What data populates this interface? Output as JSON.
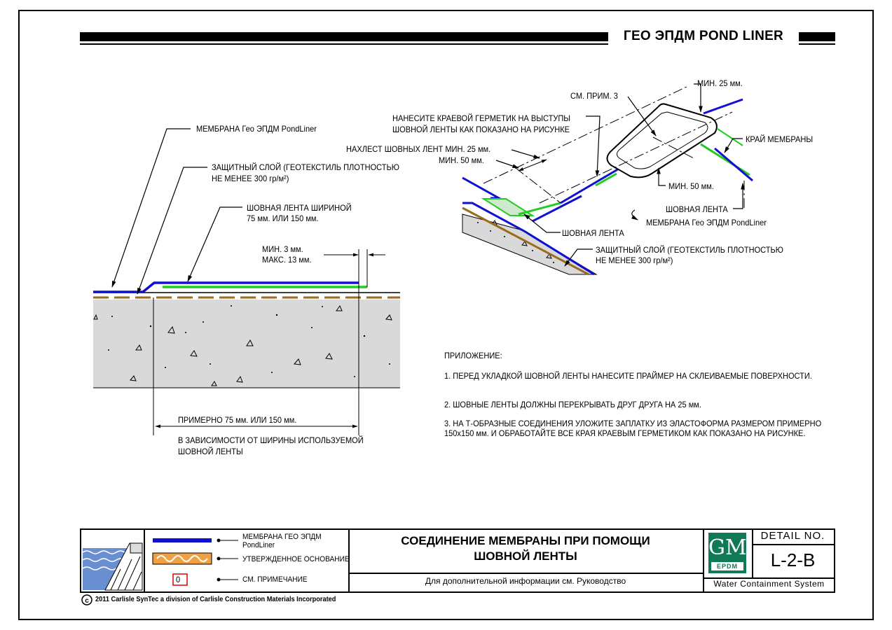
{
  "header": {
    "title": "ГЕО ЭПДМ POND LINER"
  },
  "left_section": {
    "membrane": "МЕМБРАНА Гео ЭПДМ PondLiner",
    "protective_1": "ЗАЩИТНЫЙ СЛОЙ (ГЕОТЕКСТИЛЬ ПЛОТНОСТЬЮ",
    "protective_2": "НЕ МЕНЕЕ 300 гр/м²)",
    "tape_1": "ШОВНАЯ ЛЕНТА ШИРИНОЙ",
    "tape_2": "75 мм. ИЛИ 150 мм.",
    "min": "МИН. 3 мм.",
    "max": "МАКС. 13 мм.",
    "approx": "ПРИМЕРНО 75 мм. ИЛИ 150 мм.",
    "depends_1": "В ЗАВИСИМОСТИ ОТ ШИРИНЫ ИСПОЛЬЗУЕМОЙ",
    "depends_2": "ШОВНОЙ ЛЕНТЫ"
  },
  "right_section": {
    "min25_top": "МИН. 25 мм.",
    "see_note": "СМ. ПРИМ. 3",
    "apply_1": "НАНЕСИТЕ КРАЕВОЙ ГЕРМЕТИК НА ВЫСТУПЫ",
    "apply_2": "ШОВНОЙ ЛЕНТЫ КАК ПОКАЗАНО НА РИСУНКЕ",
    "edge": "КРАЙ МЕМБРАНЫ",
    "overlap": "НАХЛЕСТ ШОВНЫХ ЛЕНТ МИН. 25 мм.",
    "min50_left": "МИН. 50 мм.",
    "min50_bottom": "МИН. 50 мм.",
    "tape_right": "ШОВНАЯ ЛЕНТА",
    "membrane": "МЕМБРАНА Гео ЭПДМ PondLiner",
    "tape_left": "ШОВНАЯ ЛЕНТА",
    "protective_1": "ЗАЩИТНЫЙ СЛОЙ (ГЕОТЕКСТИЛЬ ПЛОТНОСТЬЮ",
    "protective_2": "НЕ МЕНЕЕ 300 гр/м²)"
  },
  "notes": {
    "heading": "ПРИЛОЖЕНИЕ:",
    "items": [
      "1.    ПЕРЕД УКЛАДКОЙ ШОВНОЙ ЛЕНТЫ НАНЕСИТЕ ПРАЙМЕР НА СКЛЕИВАЕМЫЕ ПОВЕРХНОСТИ.",
      "2.    ШОВНЫЕ ЛЕНТЫ ДОЛЖНЫ ПЕРЕКРЫВАТЬ ДРУГ ДРУГА НА 25 мм.",
      "3.    НА Т-ОБРАЗНЫЕ СОЕДИНЕНИЯ УЛОЖИТЕ ЗАПЛАТКУ ИЗ ЭЛАСТОФОРМА РАЗМЕРОМ ПРИМЕРНО 150х150 мм. И ОБРАБОТАЙТЕ ВСЕ КРАЯ КРАЕВЫМ ГЕРМЕТИКОМ КАК ПОКАЗАНО НА РИСУНКЕ."
    ]
  },
  "legend": {
    "membrane_1": "МЕМБРАНА ГЕО ЭПДМ",
    "membrane_2": "PondLiner",
    "base": "УТВЕРЖДЕННОЕ ОСНОВАНИЕ",
    "note_marker": "0",
    "note": "СМ. ПРИМЕЧАНИЕ"
  },
  "title_block": {
    "title_1": "СОЕДИНЕНИЕ МЕМБРАНЫ ПРИ ПОМОЩИ",
    "title_2": "ШОВНОЙ ЛЕНТЫ",
    "subtitle": "Для дополнительной информации см. Руководство",
    "detail_label": "DETAIL NO.",
    "detail_no": "L-2-B",
    "logo_text": "GM",
    "logo_sub": "EPDM",
    "system": "Water Containment System"
  },
  "copyright": "2011 Carlisle SynTec a division of Carlisle Construction Materials Incorporated",
  "colors": {
    "membrane": "#1010d0",
    "tape": "#22cc22",
    "geotextile": "#9a6a1e",
    "concrete": "#d9d9d9",
    "base": "#f0a040",
    "logo": "#0f7a53"
  }
}
